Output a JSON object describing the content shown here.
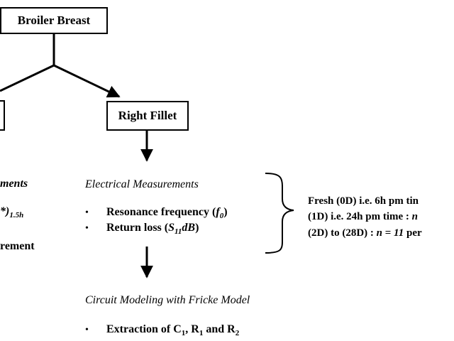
{
  "colors": {
    "stroke": "#000000",
    "background": "#ffffff"
  },
  "boxes": {
    "broiler": "Broiler Breast",
    "right_fillet": "Right Fillet"
  },
  "left_cut": {
    "heading": "ments",
    "line1_sym": "*)",
    "line1_sub": "1.5h",
    "line2": "rement"
  },
  "middle": {
    "heading": "Electrical Measurements",
    "bullet": "•",
    "item1_text": "Resonance frequency (",
    "item1_sym": "f",
    "item1_sub": "0",
    "item1_close": ")",
    "item2_text": "Return loss (",
    "item2_sym_s": "S",
    "item2_sub": "11",
    "item2_sym_db": "dB",
    "item2_close": ")"
  },
  "right": {
    "line1": "Fresh  (0D)  i.e.  6h  pm  tin",
    "line2_text": "(1D) i.e.  24h  pm  time  : ",
    "line2_n": "n",
    "line3_text": "(2D) to (28D) : ",
    "line3_n": "n",
    "line3_eq": " = ",
    "line3_num": "11",
    "line3_rest": " per"
  },
  "bottom": {
    "heading": "Circuit Modeling with Fricke Model",
    "bullet": "•",
    "item_text": "Extraction  of C",
    "sub1": "1",
    "sep1": ", R",
    "sub2": "1",
    "sep2": " and R",
    "sub3": "2"
  }
}
